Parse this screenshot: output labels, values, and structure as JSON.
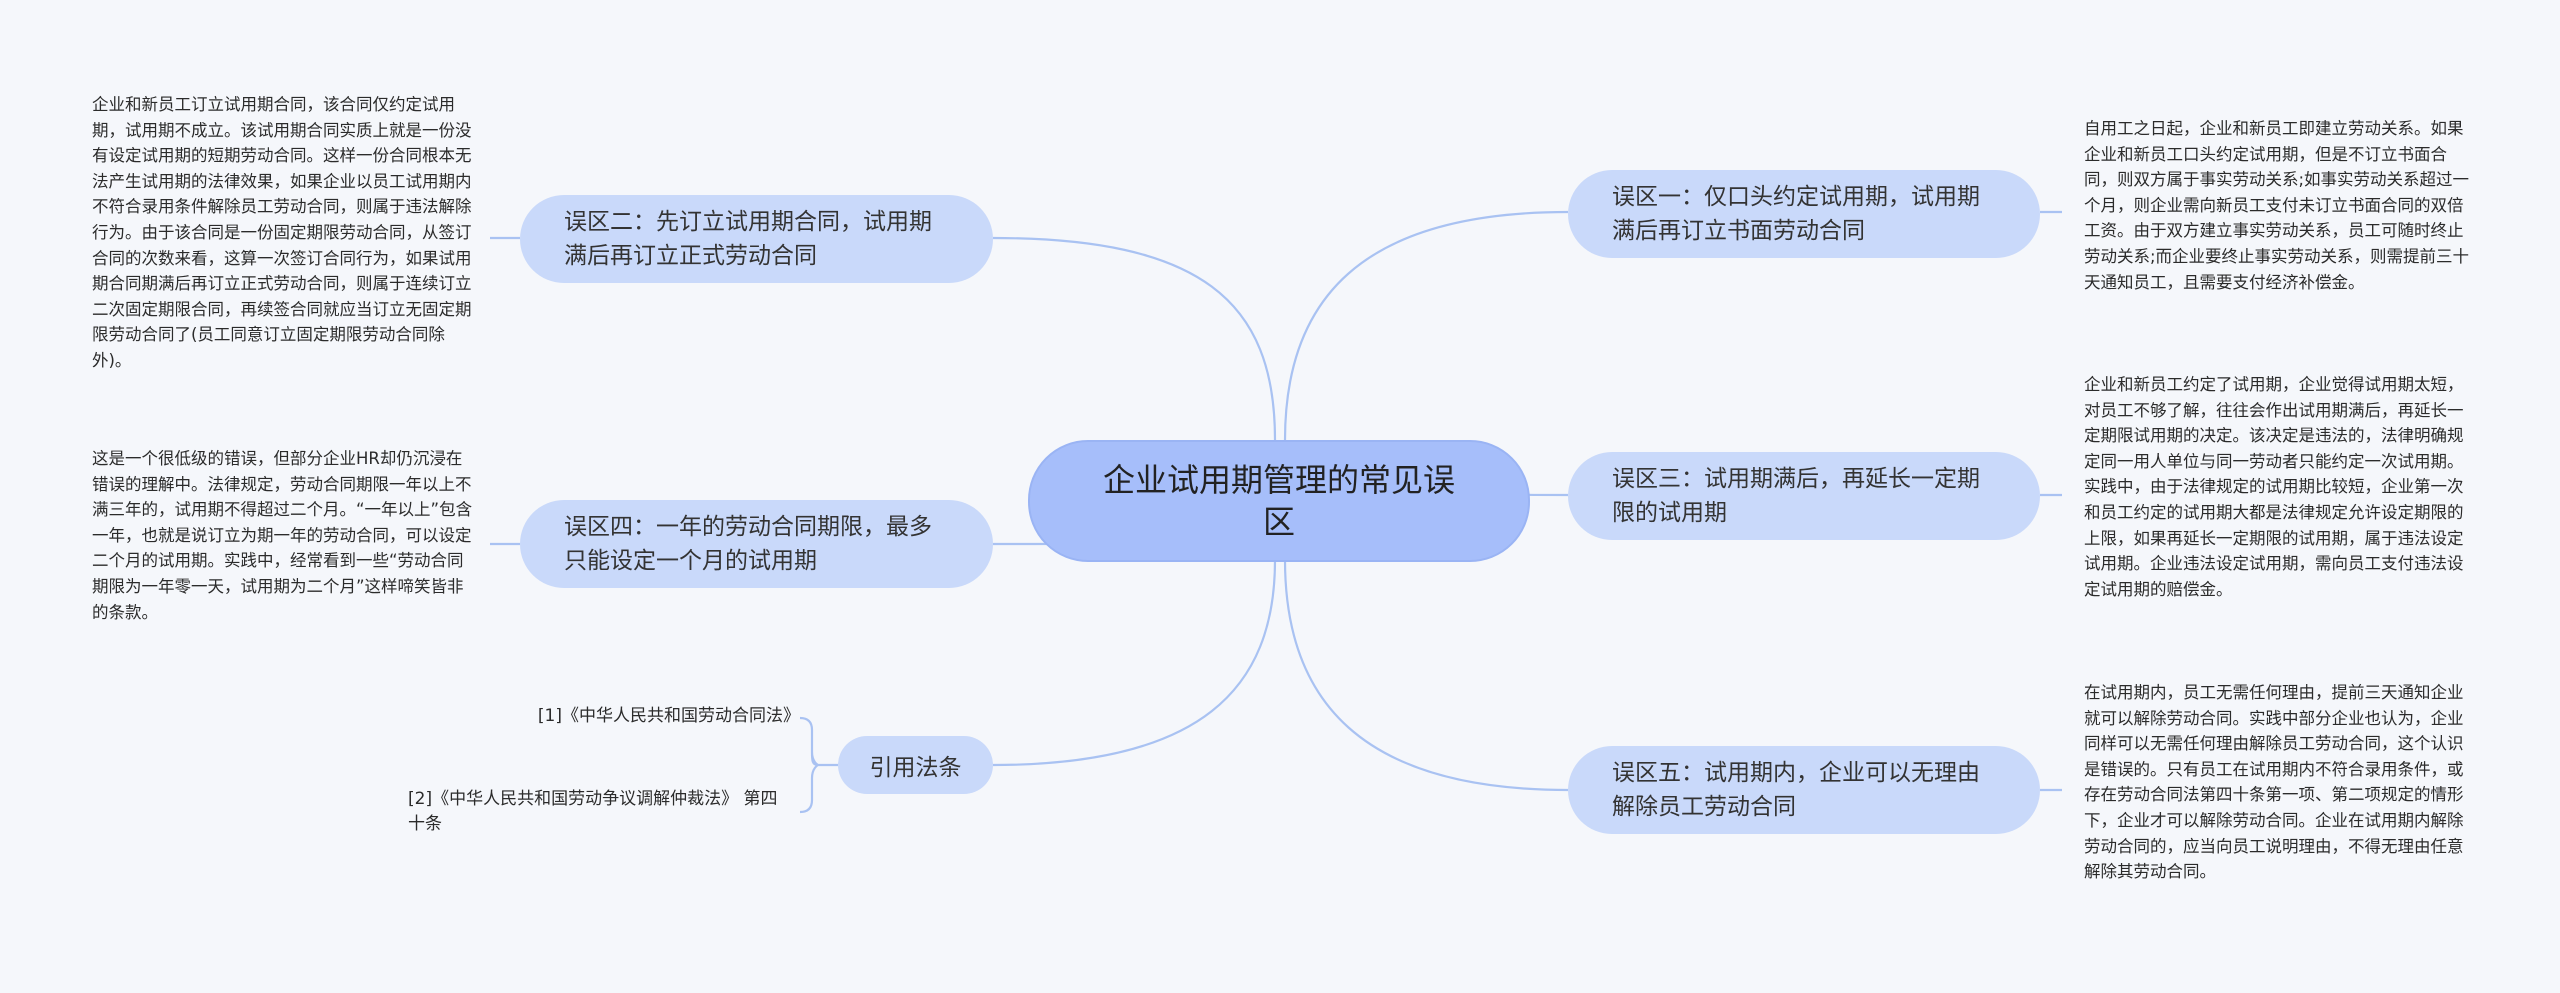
{
  "root": {
    "title": "企业试用期管理的常见误区"
  },
  "branches": {
    "m1": {
      "label": "误区一：仅口头约定试用期，试用期满后再订立书面劳动合同",
      "detail": "自用工之日起，企业和新员工即建立劳动关系。如果企业和新员工口头约定试用期，但是不订立书面合同，则双方属于事实劳动关系;如事实劳动关系超过一个月，则企业需向新员工支付未订立书面合同的双倍工资。由于双方建立事实劳动关系，员工可随时终止劳动关系;而企业要终止事实劳动关系，则需提前三十天通知员工，且需要支付经济补偿金。"
    },
    "m2": {
      "label": "误区二：先订立试用期合同，试用期满后再订立正式劳动合同",
      "detail": "企业和新员工订立试用期合同，该合同仅约定试用期，试用期不成立。该试用期合同实质上就是一份没有设定试用期的短期劳动合同。这样一份合同根本无法产生试用期的法律效果，如果企业以员工试用期内不符合录用条件解除员工劳动合同，则属于违法解除行为。由于该合同是一份固定期限劳动合同，从签订合同的次数来看，这算一次签订合同行为，如果试用期合同期满后再订立正式劳动合同，则属于连续订立二次固定期限合同，再续签合同就应当订立无固定期限劳动合同了(员工同意订立固定期限劳动合同除外)。"
    },
    "m3": {
      "label": "误区三：试用期满后，再延长一定期限的试用期",
      "detail": "企业和新员工约定了试用期，企业觉得试用期太短，对员工不够了解，往往会作出试用期满后，再延长一定期限试用期的决定。该决定是违法的，法律明确规定同一用人单位与同一劳动者只能约定一次试用期。实践中，由于法律规定的试用期比较短，企业第一次和员工约定的试用期大都是法律规定允许设定期限的上限，如果再延长一定期限的试用期，属于违法设定试用期。企业违法设定试用期，需向员工支付违法设定试用期的赔偿金。"
    },
    "m4": {
      "label": "误区四：一年的劳动合同期限，最多只能设定一个月的试用期",
      "detail": "这是一个很低级的错误，但部分企业HR却仍沉浸在错误的理解中。法律规定，劳动合同期限一年以上不满三年的，试用期不得超过二个月。“一年以上”包含一年，也就是说订立为期一年的劳动合同，可以设定二个月的试用期。实践中，经常看到一些“劳动合同期限为一年零一天，试用期为二个月”这样啼笑皆非的条款。"
    },
    "m5": {
      "label": "误区五：试用期内，企业可以无理由解除员工劳动合同",
      "detail": "在试用期内，员工无需任何理由，提前三天通知企业就可以解除劳动合同。实践中部分企业也认为，企业同样可以无需任何理由解除员工劳动合同，这个认识是错误的。只有员工在试用期内不符合录用条件，或存在劳动合同法第四十条第一项、第二项规定的情形下，企业才可以解除劳动合同。企业在试用期内解除劳动合同的，应当向员工说明理由，不得无理由任意解除其劳动合同。"
    },
    "refs": {
      "label": "引用法条",
      "items": [
        "[1]《中华人民共和国劳动合同法》",
        "[2]《中华人民共和国劳动争议调解仲裁法》 第四十条"
      ]
    }
  },
  "colors": {
    "root_fill": "#a6befa",
    "branch_fill": "#c9d9fa",
    "link": "#a9c2f2"
  }
}
